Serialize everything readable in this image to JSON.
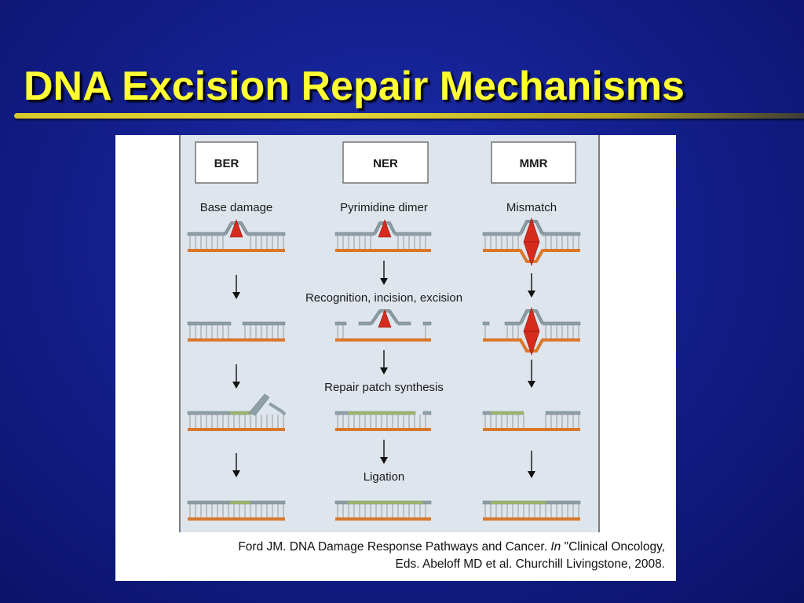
{
  "slide": {
    "title": "DNA Excision Repair Mechanisms"
  },
  "diagram": {
    "columns": [
      {
        "label": "BER",
        "damage": "Base damage"
      },
      {
        "label": "NER",
        "damage": "Pyrimidine dimer"
      },
      {
        "label": "MMR",
        "damage": "Mismatch"
      }
    ],
    "steps": [
      "Recognition, incision, excision",
      "Repair patch synthesis",
      "Ligation"
    ],
    "colors": {
      "panel_bg": "#dfe5ec",
      "damaged_strand": "#8f9fa6",
      "template_strand": "#d9772a",
      "lesion": "#d72b1e",
      "repair_patch": "#9bb26a"
    }
  },
  "caption": {
    "line1_prefix": "Ford JM.  DNA Damage Response Pathways and Cancer.  ",
    "line1_italic": "In",
    "line1_suffix": " \"Clinical Oncology,",
    "line2": "Eds. Abeloff MD et al. Churchill Livingstone, 2008."
  }
}
